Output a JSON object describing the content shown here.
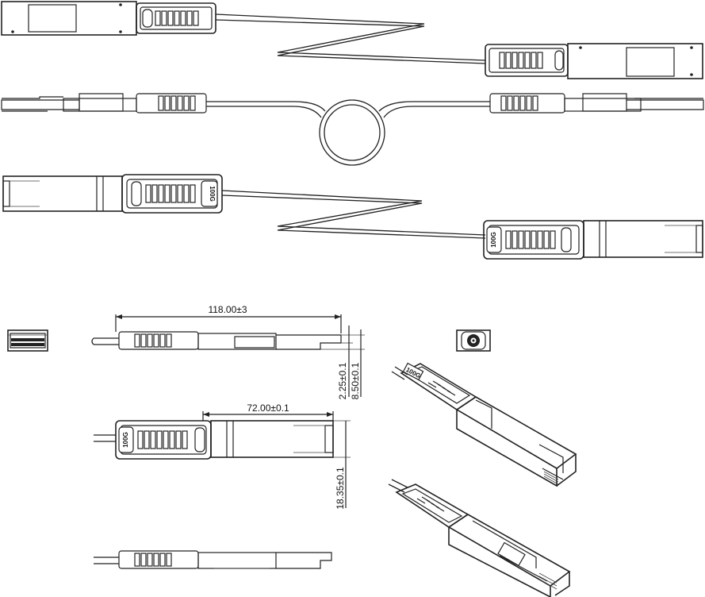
{
  "drawing": {
    "module_label": "100G",
    "dimensions": {
      "length": "118.00±3",
      "body_length": "72.00±0.1",
      "height_a": "2.25±0.1",
      "height_b": "8.50±0.1",
      "width": "18.35±0.1"
    }
  }
}
